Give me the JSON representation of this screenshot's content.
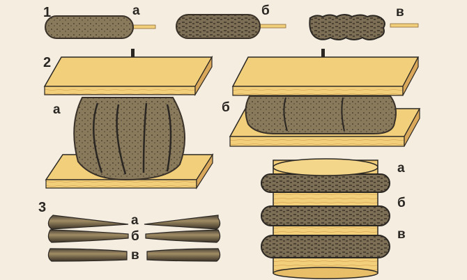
{
  "figure": {
    "colors": {
      "background": "#f4ede0",
      "wood": "#f2cf7a",
      "wood_edge": "#d9a85a",
      "clay": "#8a7a5c",
      "clay_dark": "#4a4238",
      "outline": "#2a2622"
    },
    "step1": {
      "number": "1",
      "labels": [
        "а",
        "б",
        "в"
      ]
    },
    "step2": {
      "number": "2",
      "labels": [
        "а",
        "б"
      ]
    },
    "step3": {
      "number": "3",
      "labels": [
        "а",
        "б",
        "в"
      ]
    },
    "rings": {
      "labels": [
        "а",
        "б",
        "в"
      ]
    }
  }
}
